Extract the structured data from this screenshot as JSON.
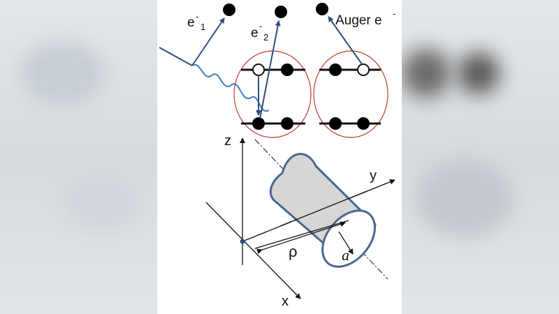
{
  "diagram": {
    "top": {
      "electron_1_label": "e",
      "electron_1_sub": "1",
      "electron_2_label": "e",
      "electron_2_sub": "2",
      "auger_label": "Auger e",
      "superscript_minus": "-"
    },
    "bottom": {
      "axis_z": "z",
      "axis_y": "y",
      "axis_x": "x",
      "rho_label": "ρ",
      "radius_label": "a"
    }
  },
  "colors": {
    "arrow_blue": "#2d4e7a",
    "photon_wave": "#4d86c2",
    "atom_circle": "#c0392b",
    "cylinder_fill": "#d6d6d6",
    "cylinder_edge": "#4a6690"
  }
}
